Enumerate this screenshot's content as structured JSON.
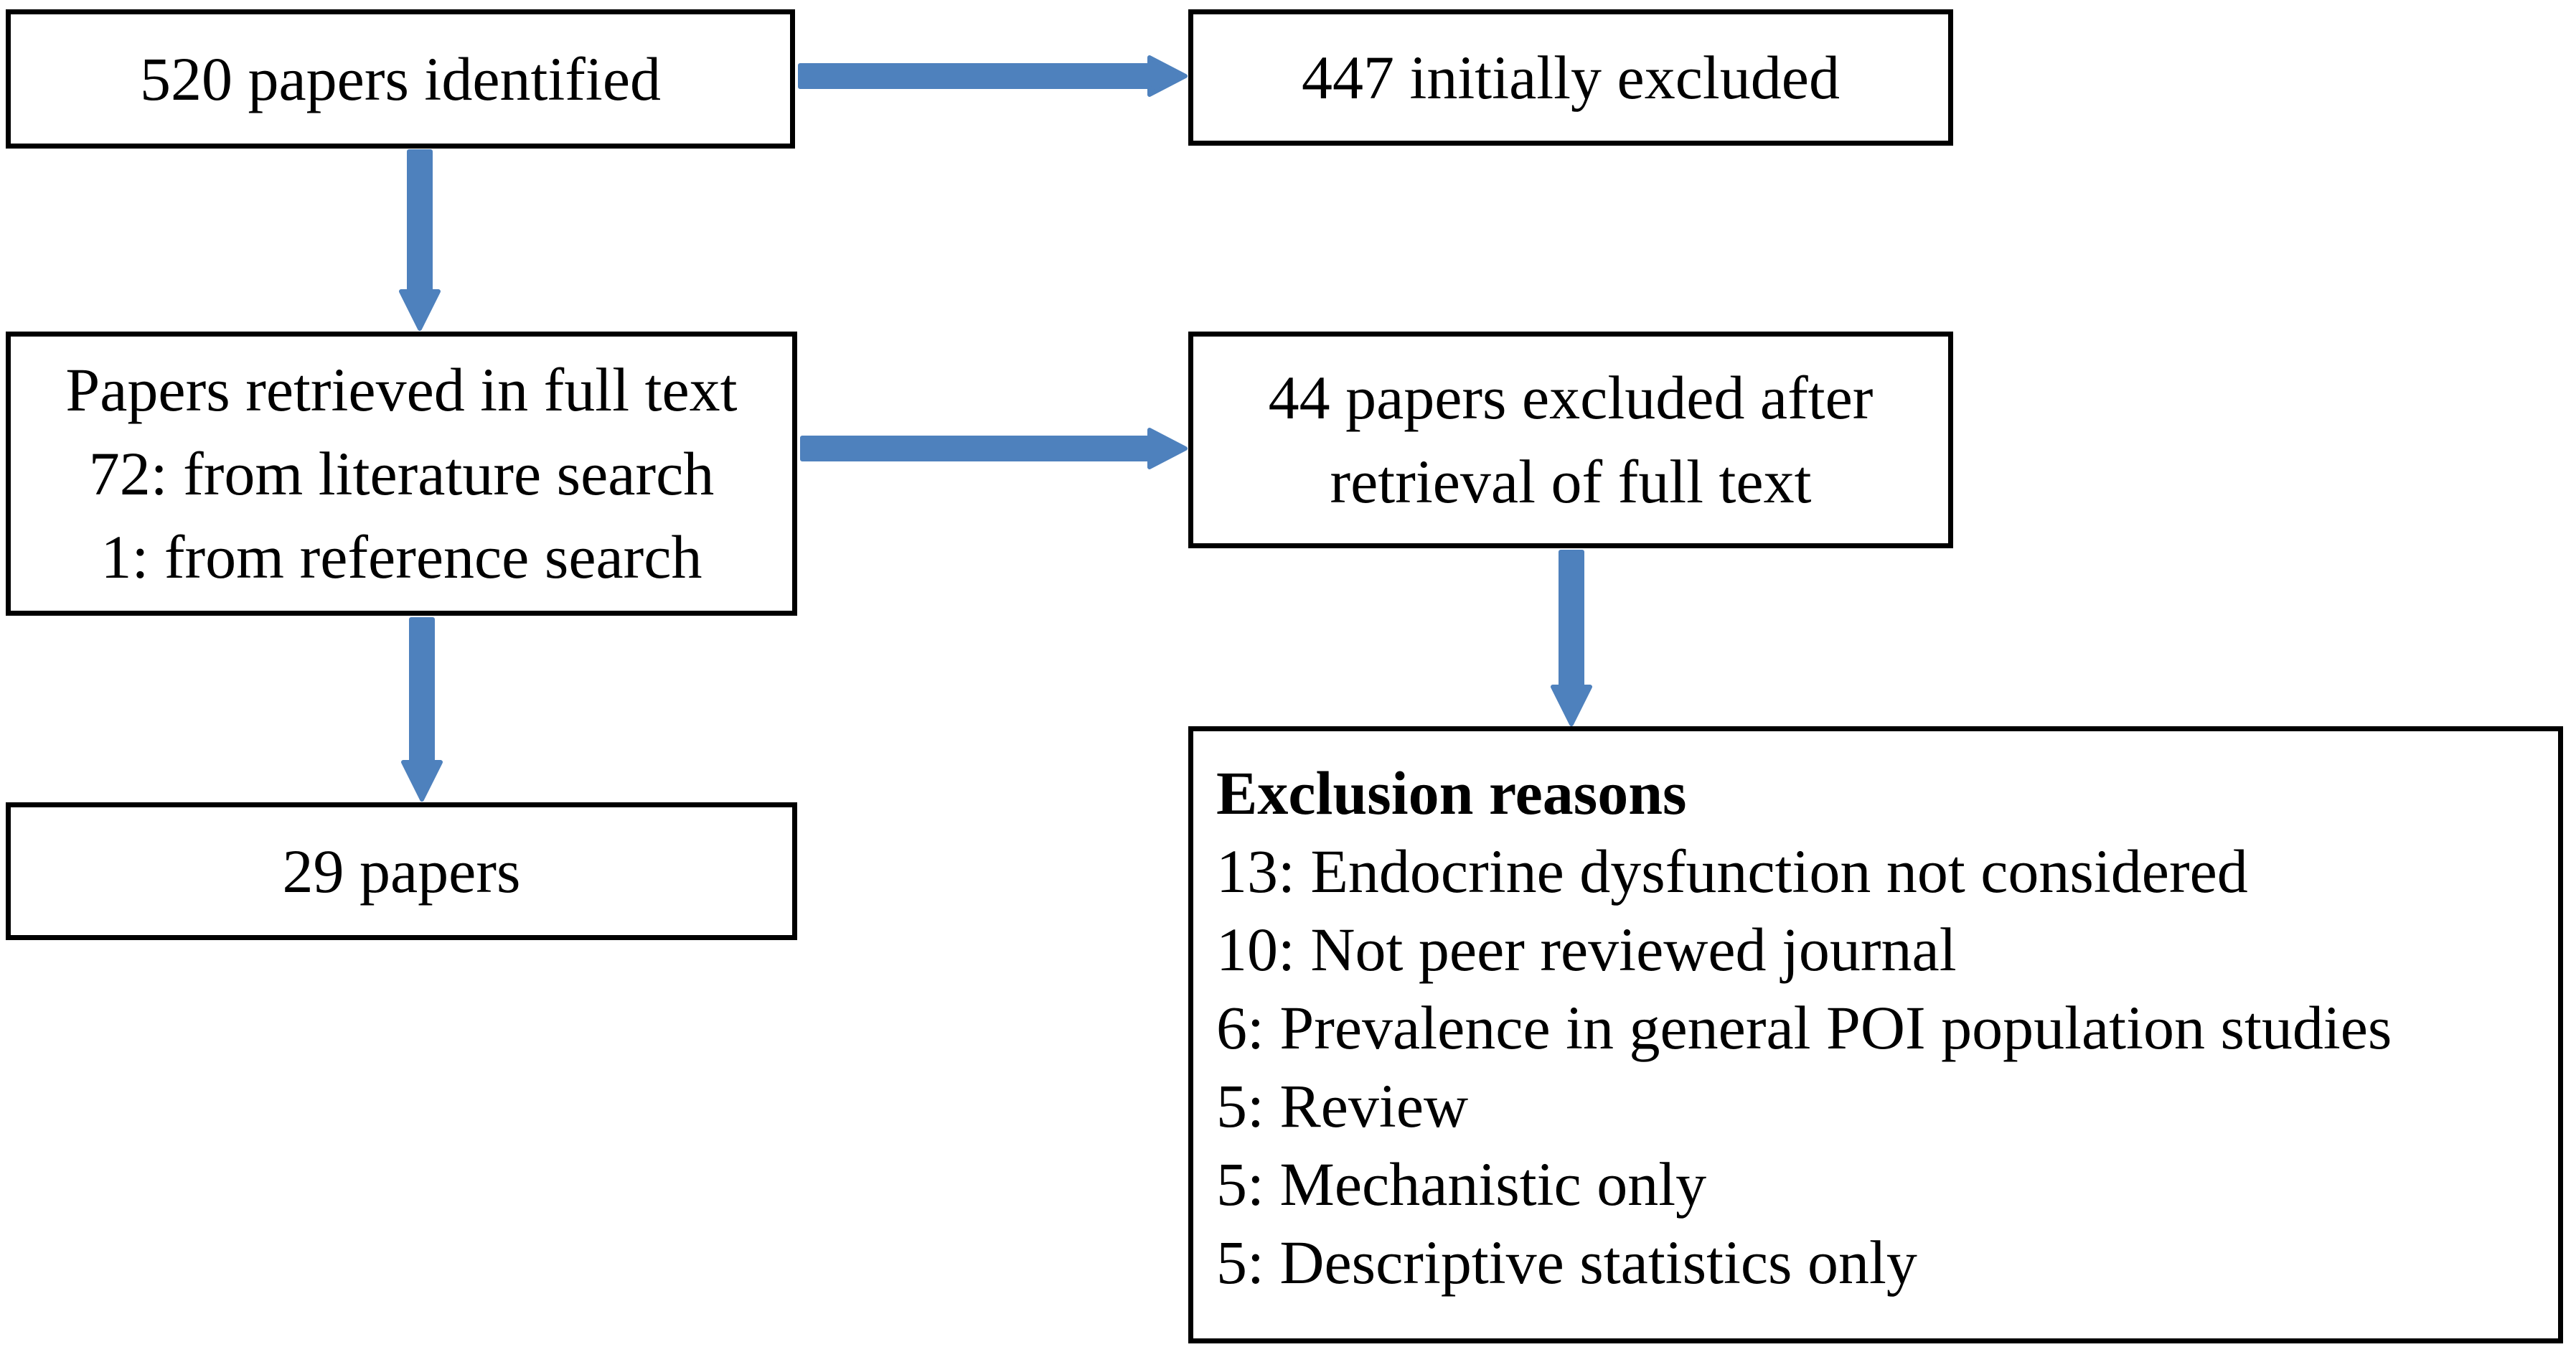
{
  "colors": {
    "arrow_blue": "#4E81BD",
    "box_border": "#000000",
    "text_color": "#000000",
    "background": "#FFFFFF"
  },
  "flowchart": {
    "boxes": {
      "identified": {
        "text": "520 papers identified"
      },
      "initially_excluded": {
        "text": "447 initially excluded"
      },
      "retrieved": {
        "lines": [
          "Papers retrieved in full text",
          "72: from literature search",
          "1: from reference search"
        ]
      },
      "excluded_after_retrieval": {
        "lines": [
          "44 papers excluded after",
          "retrieval of full text"
        ]
      },
      "final": {
        "text": "29 papers"
      },
      "exclusion_reasons": {
        "title": "Exclusion reasons",
        "items": [
          "13: Endocrine dysfunction not considered",
          "10: Not peer reviewed journal",
          "6: Prevalence in general POI population studies",
          "5: Review",
          "5: Mechanistic only",
          "5: Descriptive statistics only"
        ]
      }
    },
    "connections": [
      {
        "from": "identified",
        "to": "initially_excluded",
        "direction": "right"
      },
      {
        "from": "identified",
        "to": "retrieved",
        "direction": "down"
      },
      {
        "from": "retrieved",
        "to": "excluded_after_retrieval",
        "direction": "right"
      },
      {
        "from": "excluded_after_retrieval",
        "to": "exclusion_reasons",
        "direction": "down"
      },
      {
        "from": "retrieved",
        "to": "final",
        "direction": "down"
      }
    ]
  }
}
